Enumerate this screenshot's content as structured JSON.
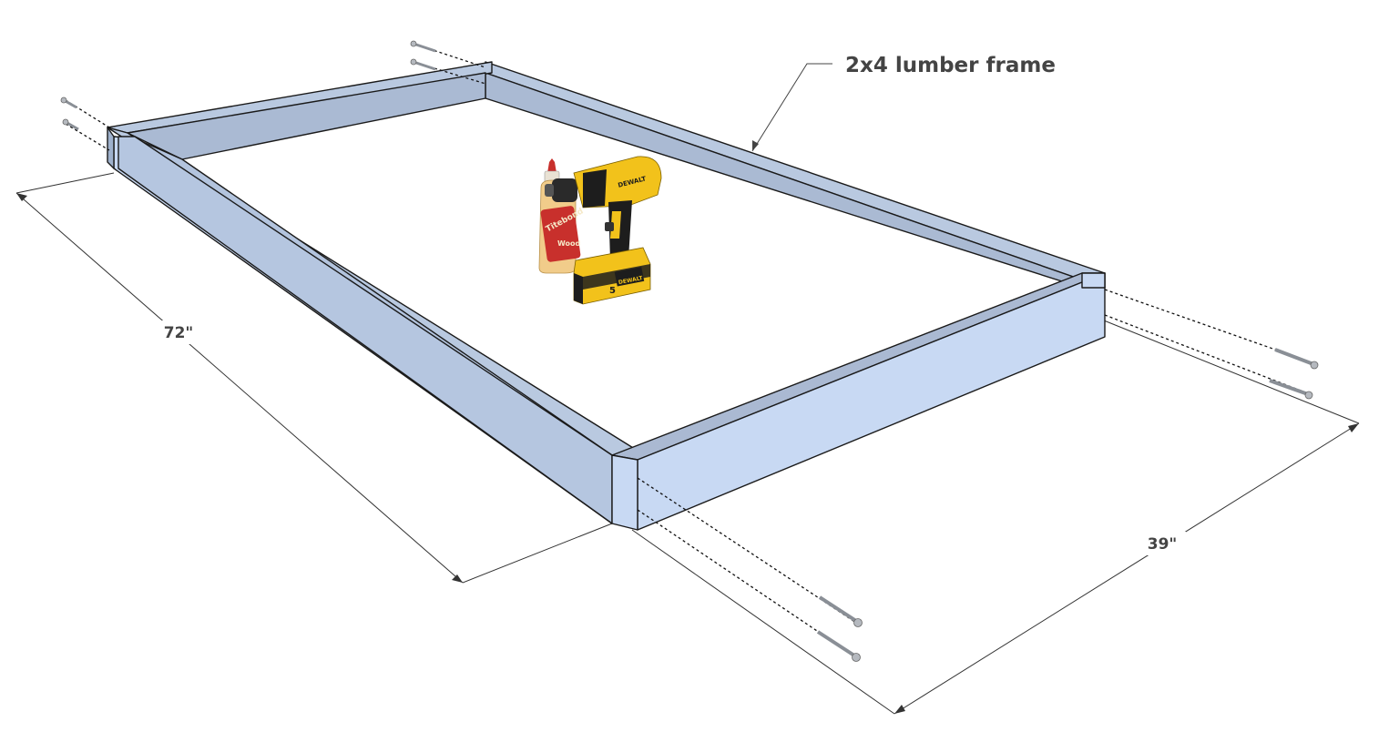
{
  "callout": {
    "text": "2x4 lumber frame"
  },
  "dimensions": {
    "length": "72\"",
    "width": "39\""
  },
  "tools": {
    "glue_label": "Titebond",
    "glue_sublabel": "Wood",
    "drill_brand": "DEWALT",
    "battery_brand": "DEWALT",
    "battery_size": "5"
  },
  "colors": {
    "board_top": "#b9c9e0",
    "board_side": "#c8d9f3",
    "board_inner": "#aabad3",
    "drill_yellow": "#f2c21b",
    "drill_black": "#1d1d1d",
    "glue_bottle": "#f1cc8a",
    "glue_label": "#c8302c"
  },
  "icons": [
    "screw-icon",
    "drill-icon",
    "glue-bottle-icon",
    "battery-icon"
  ]
}
